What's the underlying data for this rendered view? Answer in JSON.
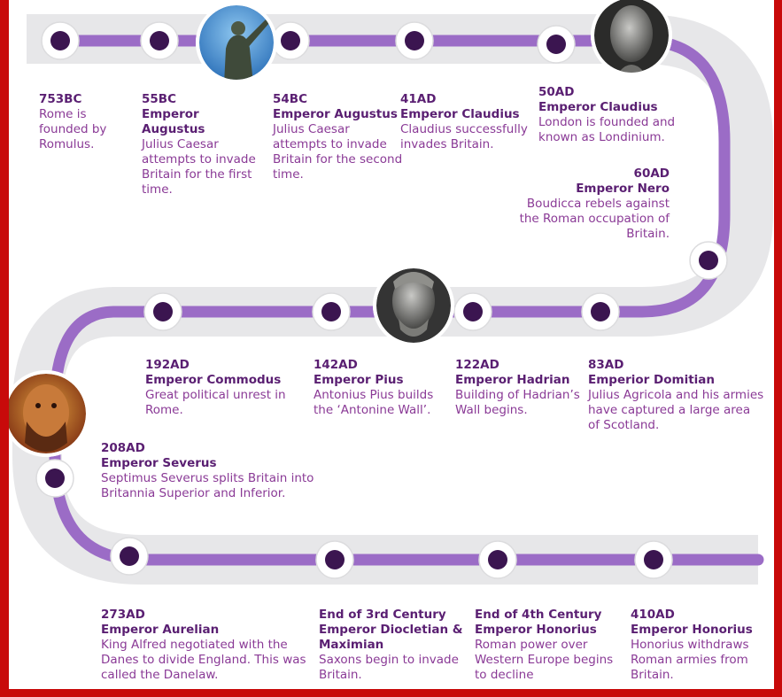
{
  "timeline": {
    "colors": {
      "page_border": "#c80a0a",
      "track_grey": "#e7e7e9",
      "track_purple": "#9b6cc6",
      "node_dark": "#3b1550",
      "heading": "#5a1f72",
      "body_text": "#8a3a96"
    },
    "portraits": [
      {
        "icon": "augustus-statue-portrait"
      },
      {
        "icon": "claudius-bust-portrait"
      },
      {
        "icon": "hadrian-bust-portrait"
      },
      {
        "icon": "severus-mosaic-portrait"
      }
    ],
    "events": [
      {
        "date": "753BC",
        "ruler": "",
        "desc": "Rome is founded by Romulus."
      },
      {
        "date": "55BC",
        "ruler": "Emperor Augustus",
        "desc": "Julius Caesar attempts to invade Britain for the first time."
      },
      {
        "date": "54BC",
        "ruler": "Emperor Augustus",
        "desc": "Julius Caesar attempts to invade Britain for the second time."
      },
      {
        "date": "41AD",
        "ruler": "Emperor Claudius",
        "desc": "Claudius successfully invades Britain."
      },
      {
        "date": "50AD",
        "ruler": "Emperor Claudius",
        "desc": "London is founded and known as Londinium."
      },
      {
        "date": "60AD",
        "ruler": "Emperor Nero",
        "desc": "Boudicca rebels against the Roman occupation of Britain."
      },
      {
        "date": "83AD",
        "ruler": "Emperior Domitian",
        "desc": "Julius Agricola and his armies have captured a large area of Scotland."
      },
      {
        "date": "122AD",
        "ruler": "Emperor Hadrian",
        "desc": "Building of Hadrian’s Wall begins."
      },
      {
        "date": "142AD",
        "ruler": "Emperor Pius",
        "desc": "Antonius Pius builds the ‘Antonine Wall’."
      },
      {
        "date": "192AD",
        "ruler": "Emperor Commodus",
        "desc": "Great political unrest in Rome."
      },
      {
        "date": "208AD",
        "ruler": "Emperor Severus",
        "desc": "Septimus Severus splits Britain into Britannia Superior and Inferior."
      },
      {
        "date": "273AD",
        "ruler": "Emperor Aurelian",
        "desc": "King Alfred negotiated with the Danes to divide England. This was called the Danelaw."
      },
      {
        "date": "End of 3rd Century",
        "ruler": "Emperor Diocletian & Maximian",
        "desc": "Saxons begin to invade Britain."
      },
      {
        "date": "End of 4th Century",
        "ruler": "Emperor Honorius",
        "desc": "Roman power over Western Europe begins to decline"
      },
      {
        "date": "410AD",
        "ruler": "Emperor Honorius",
        "desc": "Honorius withdraws Roman armies from Britain."
      }
    ]
  }
}
